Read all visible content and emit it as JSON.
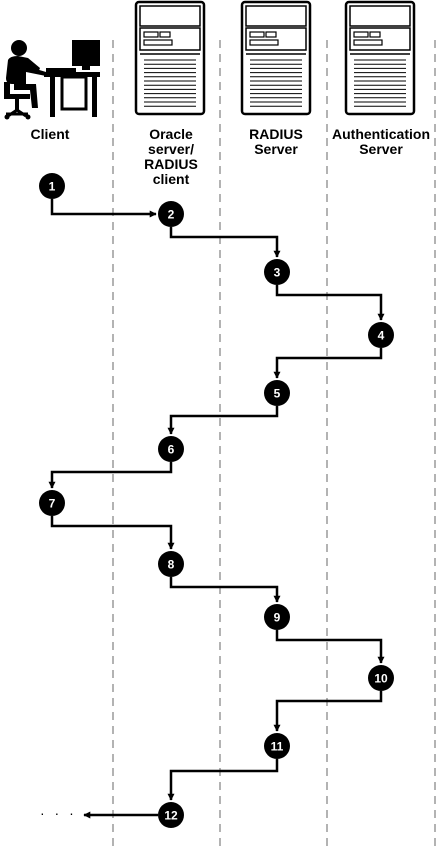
{
  "columns": [
    {
      "id": "client",
      "label_lines": [
        "Client"
      ]
    },
    {
      "id": "oracle",
      "label_lines": [
        "Oracle",
        "server/",
        "RADIUS",
        "client"
      ]
    },
    {
      "id": "radius",
      "label_lines": [
        "RADIUS",
        "Server"
      ]
    },
    {
      "id": "auth",
      "label_lines": [
        "Authentication",
        "Server"
      ]
    }
  ],
  "steps": [
    {
      "label": "1",
      "column": "client"
    },
    {
      "label": "2",
      "column": "oracle"
    },
    {
      "label": "3",
      "column": "radius"
    },
    {
      "label": "4",
      "column": "auth"
    },
    {
      "label": "5",
      "column": "radius"
    },
    {
      "label": "6",
      "column": "oracle"
    },
    {
      "label": "7",
      "column": "client"
    },
    {
      "label": "8",
      "column": "oracle"
    },
    {
      "label": "9",
      "column": "radius"
    },
    {
      "label": "10",
      "column": "auth"
    },
    {
      "label": "11",
      "column": "radius"
    },
    {
      "label": "12",
      "column": "oracle"
    }
  ],
  "continuation": "· · ·",
  "colors": {
    "ink": "#000000",
    "lifeline": "#b3b3b3"
  },
  "icons": {
    "client": "person-at-computer-icon",
    "servers": "server-tower-icon"
  }
}
